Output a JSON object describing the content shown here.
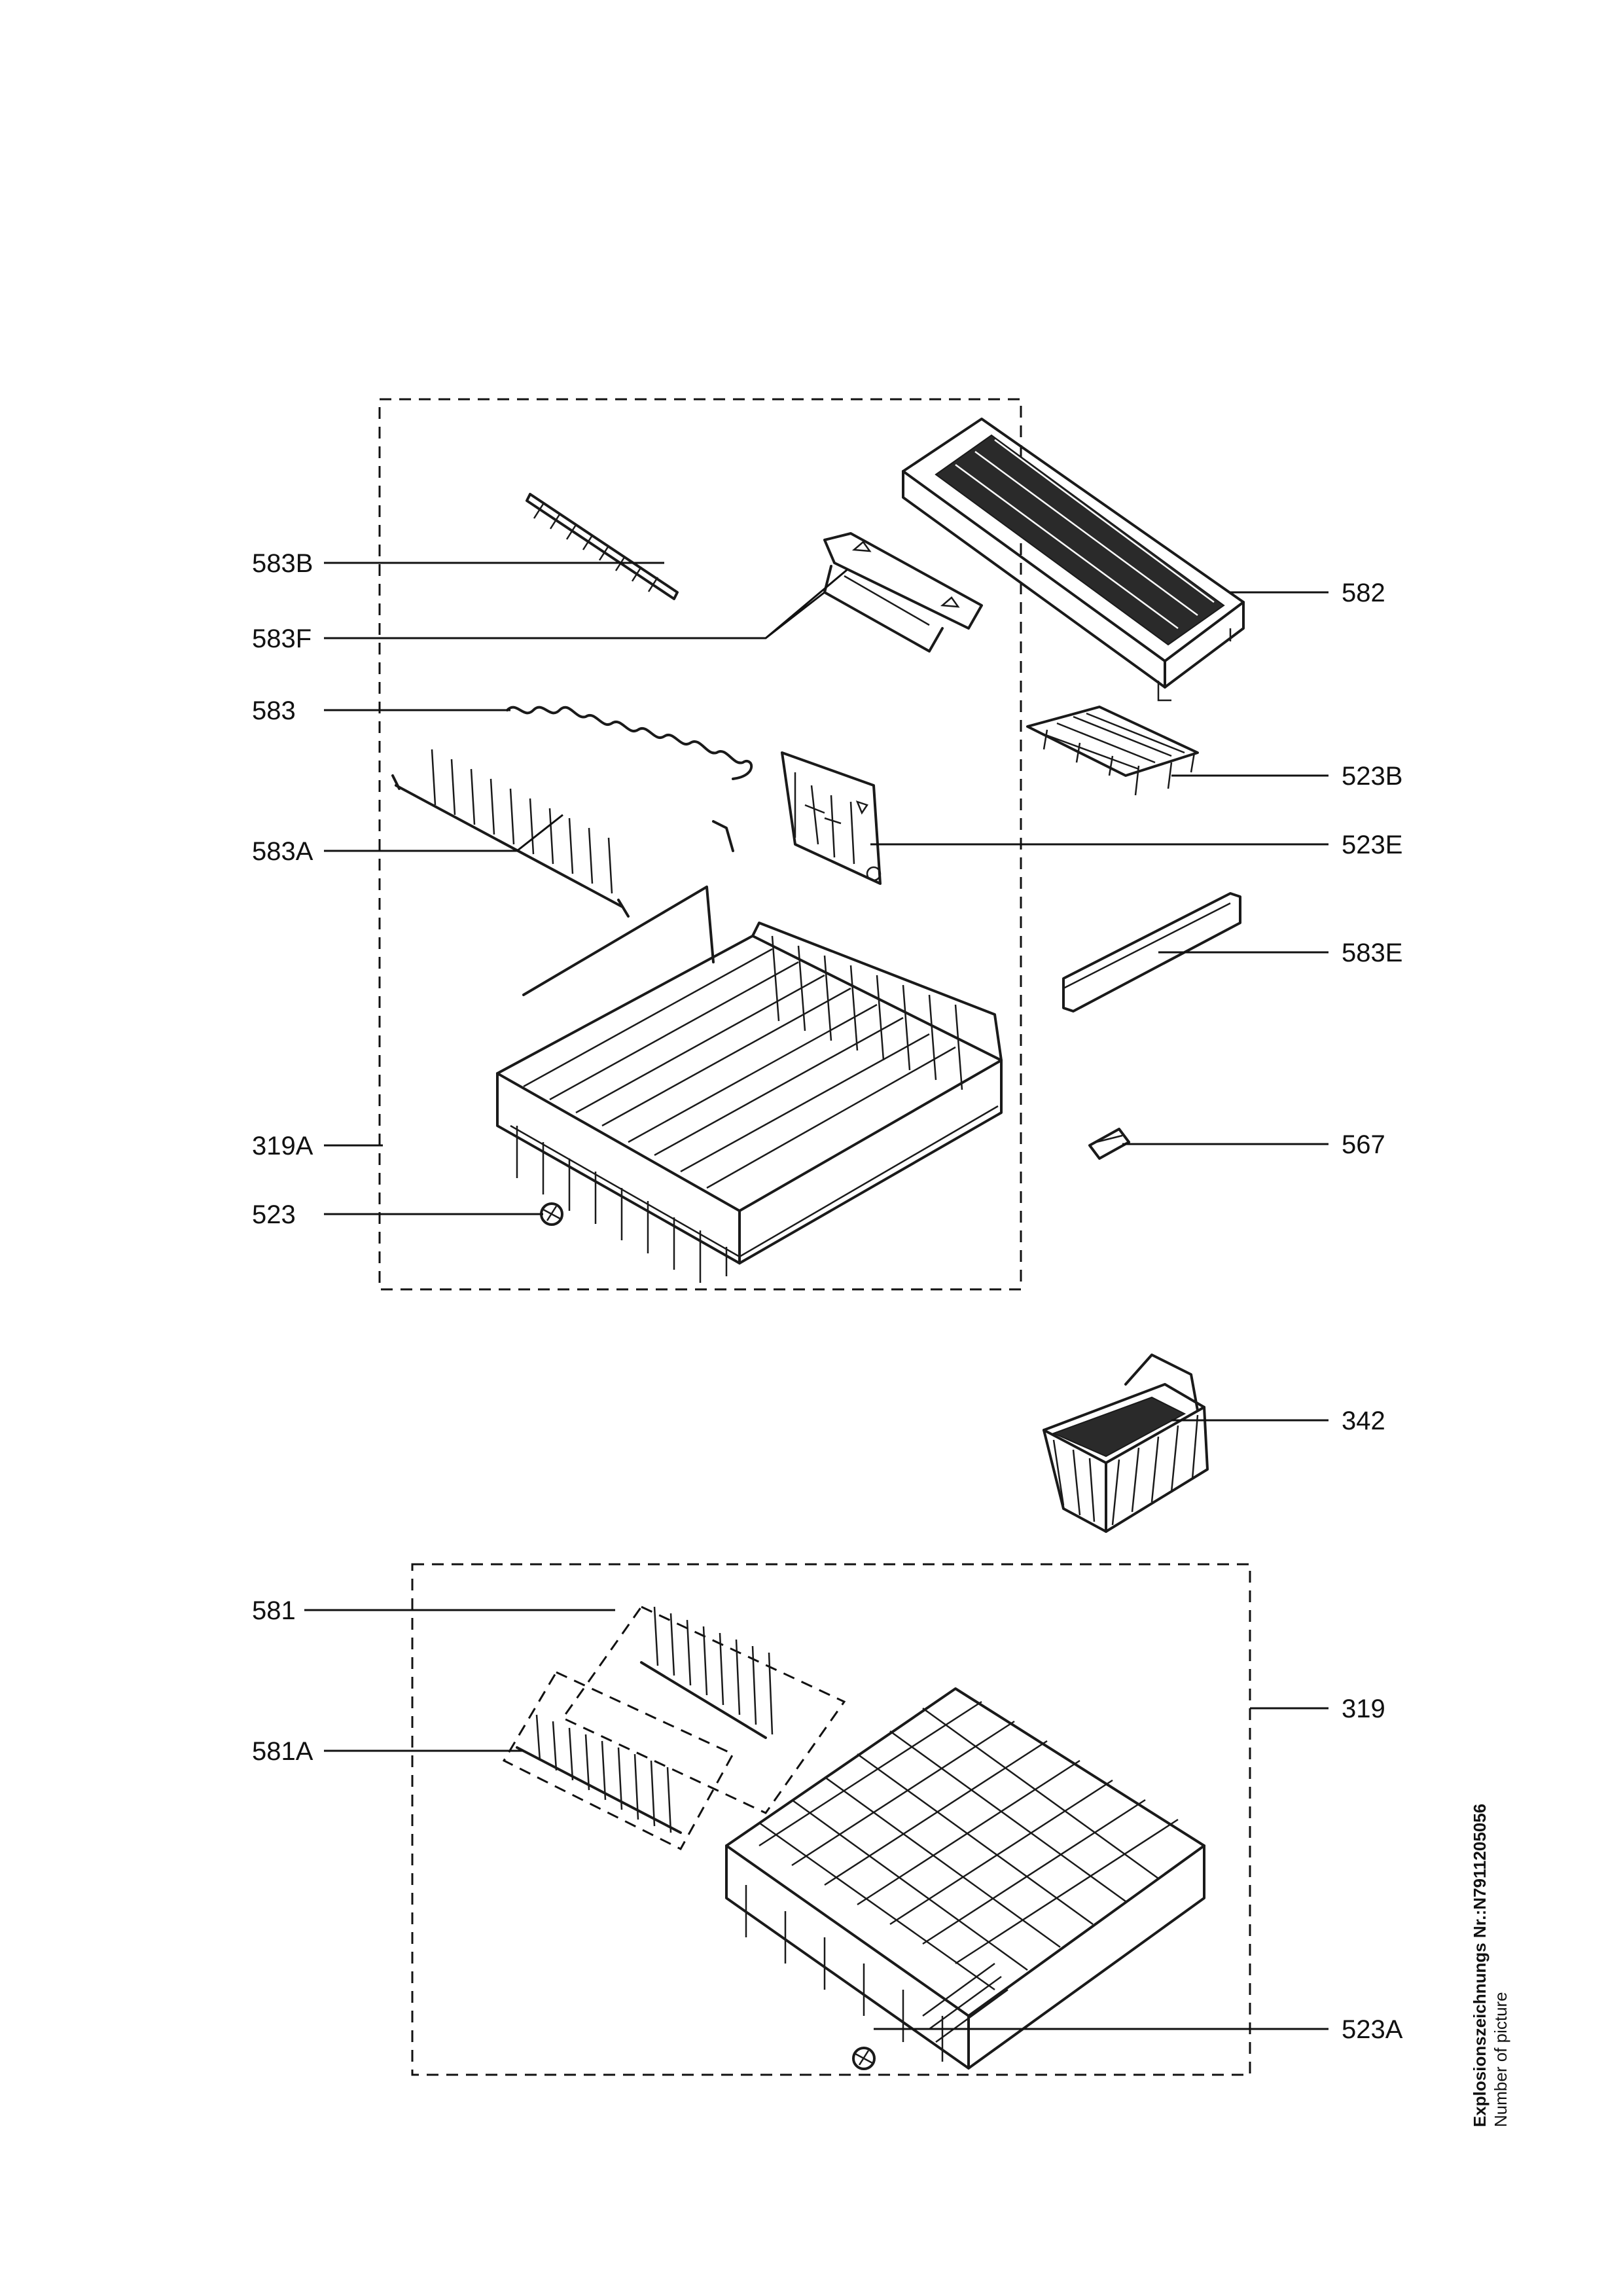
{
  "labels": {
    "l583B": "583B",
    "l583F": "583F",
    "l583": "583",
    "l583A": "583A",
    "l319A": "319A",
    "l523": "523",
    "l582": "582",
    "l523B": "523B",
    "l523E": "523E",
    "l583E": "583E",
    "l567": "567",
    "l342": "342",
    "l581": "581",
    "l581A": "581A",
    "l319": "319",
    "l523A": "523A"
  },
  "footer": {
    "drawing_number": "Explosionszeichnungs Nr.:N7911205056",
    "caption": "Number of picture"
  }
}
